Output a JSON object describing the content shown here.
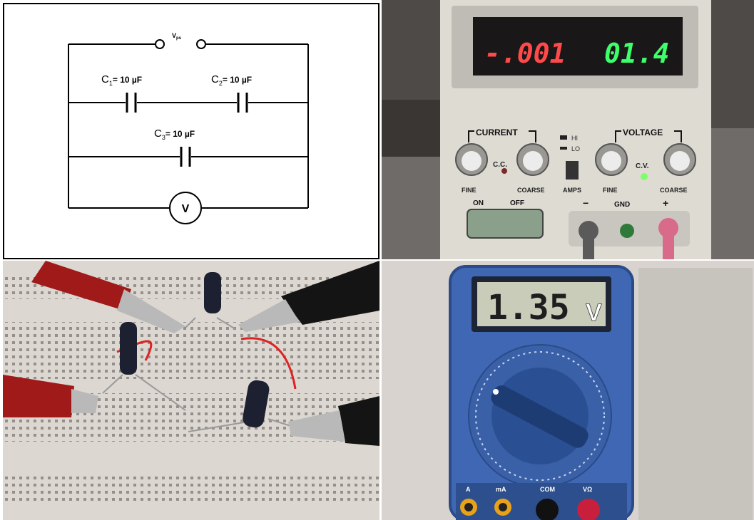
{
  "circuit": {
    "vps": "V",
    "vps_sub": "ps",
    "c1": "C",
    "c1_sub": "1",
    "c1_val": "= 10 µF",
    "c2": "C",
    "c2_sub": "2",
    "c2_val": "= 10 µF",
    "c3": "C",
    "c3_sub": "3",
    "c3_val": "= 10 µF",
    "voltmeter": "V"
  },
  "power_supply": {
    "current_display": "-.001",
    "voltage_display": "01.4",
    "current_label": "CURRENT",
    "voltage_label": "VOLTAGE",
    "cc": "C.C.",
    "cv": "C.V.",
    "fine1": "FINE",
    "coarse1": "COARSE",
    "fine2": "FINE",
    "coarse2": "COARSE",
    "amps": "AMPS",
    "hi": "HI",
    "lo": "LO",
    "on": "ON",
    "off": "OFF",
    "minus": "−",
    "gnd": "GND",
    "plus": "+"
  },
  "multimeter": {
    "reading": "1.35",
    "unit": "V",
    "jack_a": "A",
    "jack_ma": "mA",
    "jack_com": "COM",
    "jack_v": "VΩ"
  },
  "colors": {
    "display_red": "#ff4a4a",
    "display_green": "#3cff6a",
    "meter_body": "#3f67b3",
    "lcd": "#c9ccb9"
  }
}
